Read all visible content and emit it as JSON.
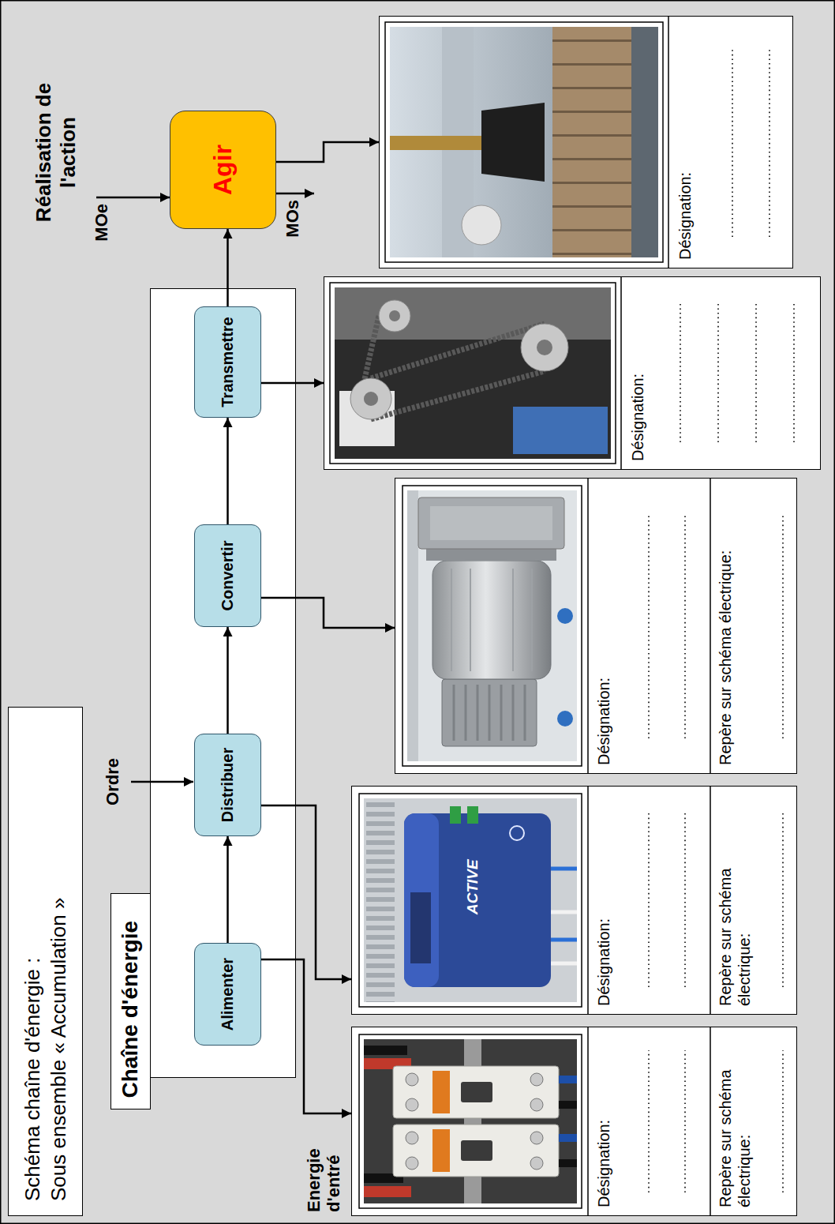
{
  "diagram": {
    "title": "Schéma chaîne d'énergie : Sous ensemble « Accumulation »",
    "nodes": [
      {
        "text": [
          "Chaîne d'énergie"
        ]
      },
      {
        "text": [
          "Alimenter"
        ],
        "in": 0
      },
      {
        "text": [
          "Distribuer"
        ],
        "in": 0
      },
      {
        "text": [
          "Convertir"
        ],
        "in": 0
      },
      {
        "text": [
          "Transmettre"
        ],
        "in": 0
      },
      {
        "text": [
          "Agir"
        ]
      },
      {
        "text": [
          "Désignation:",
          "Repère sur schéma électrique:"
        ]
      },
      {
        "text": [
          "Désignation:",
          "Repère sur schéma électrique:"
        ]
      },
      {
        "text": [
          "Désignation:",
          "Repère sur schéma électrique:"
        ]
      },
      {
        "text": [
          "Désignation:"
        ]
      },
      {
        "text": [
          "Désignation:"
        ]
      }
    ],
    "edges": [
      {
        "from": 1,
        "to": 2,
        "arrow": "to"
      },
      {
        "from": 2,
        "to": 3,
        "arrow": "to"
      },
      {
        "from": 3,
        "to": 4,
        "arrow": "to"
      },
      {
        "from": 4,
        "to": 5,
        "arrow": "to"
      },
      {
        "from": 1,
        "to": 6,
        "arrow": "to"
      },
      {
        "from": 2,
        "to": 7,
        "arrow": "to"
      },
      {
        "from": 3,
        "to": 8,
        "arrow": "to"
      },
      {
        "from": 4,
        "to": 9,
        "arrow": "to"
      },
      {
        "from": 5,
        "to": 10,
        "arrow": "to"
      }
    ],
    "labels": [
      "Energie d'entré",
      "Ordre",
      "Réalisation de l'action",
      "MOe",
      "MOs",
      "ACTIVE"
    ]
  }
}
